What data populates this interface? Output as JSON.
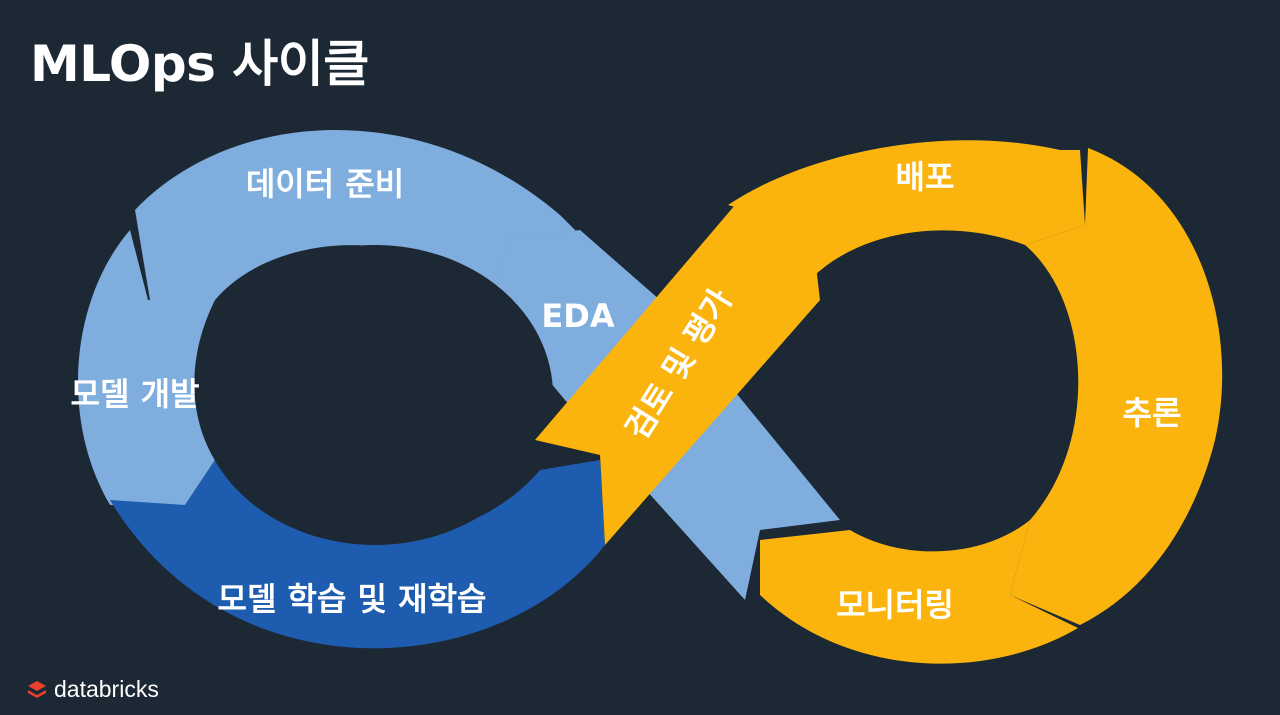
{
  "title": "MLOps 사이클",
  "colors": {
    "background": "#1c2833",
    "light_blue": "#7fadde",
    "dark_blue": "#1e5cb0",
    "orange": "#fbb40d",
    "logo_red": "#e8402c"
  },
  "segments": {
    "data_prep": "데이터 준비",
    "eda": "EDA",
    "model_dev": "모델 개발",
    "training": "모델 학습 및 재학습",
    "review": "검토 및 평가",
    "deploy": "배포",
    "inference": "추론",
    "monitoring": "모니터링"
  },
  "logo": {
    "text": "databricks",
    "icon": "databricks-logo-icon"
  }
}
